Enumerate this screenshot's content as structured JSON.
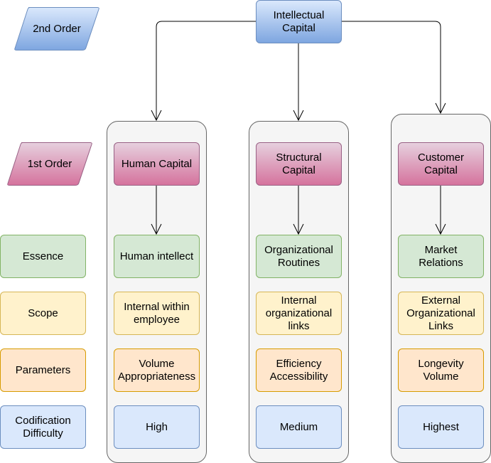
{
  "root": {
    "label": "Intellectual Capital"
  },
  "orders": {
    "second": "2nd Order",
    "first": "1st Order"
  },
  "row_labels": {
    "essence": "Essence",
    "scope": "Scope",
    "parameters": "Parameters",
    "codification": "Codification Difficulty"
  },
  "columns": [
    {
      "capital": "Human Capital",
      "essence": "Human intellect",
      "scope": "Internal within employee",
      "parameters": "Volume Appropriateness",
      "codification": "High"
    },
    {
      "capital": "Structural Capital",
      "essence": "Organizational Routines",
      "scope": "Internal organizational links",
      "parameters": "Efficiency Accessibility",
      "codification": "Medium"
    },
    {
      "capital": "Customer Capital",
      "essence": "Market Relations",
      "scope": "External Organizational Links",
      "parameters": "Longevity Volume",
      "codification": "Highest"
    }
  ],
  "colors": {
    "blue_fill_top": "#dae8fc",
    "blue_fill_bottom": "#7ea6e0",
    "pink_fill_top": "#e6d0de",
    "pink_fill_bottom": "#d5739d",
    "green": "#d5e8d4",
    "yellow": "#fff2cc",
    "orange": "#ffe6cc",
    "light_blue": "#dae8fc",
    "container": "#f5f5f5"
  }
}
